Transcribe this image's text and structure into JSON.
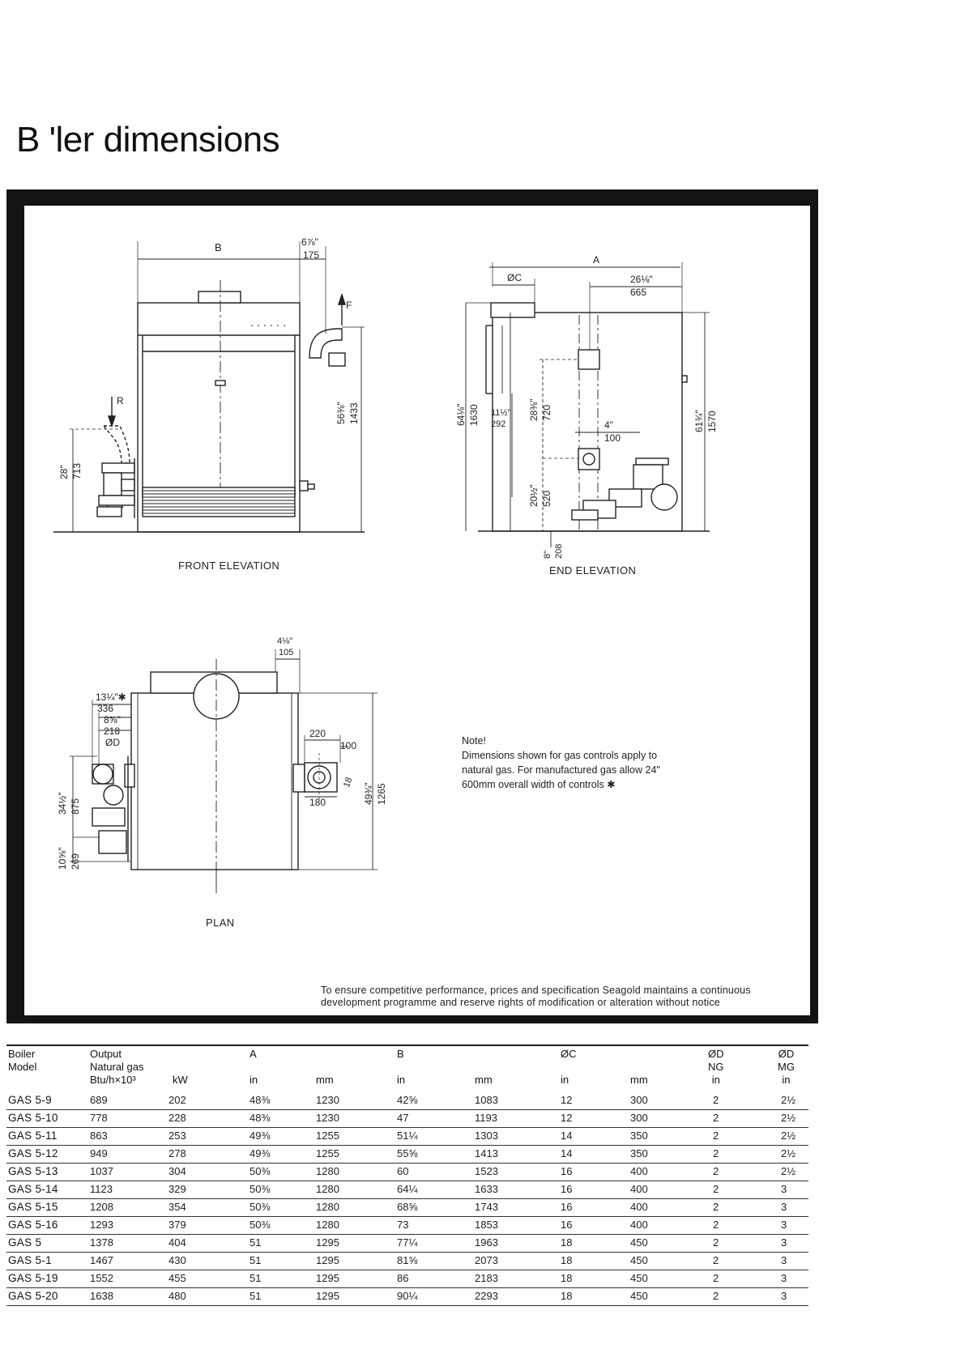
{
  "page_title": "B 'ler dimensions",
  "drawing": {
    "front_elevation_caption": "FRONT ELEVATION",
    "end_elevation_caption": "END ELEVATION",
    "plan_caption": "PLAN",
    "front_labels": {
      "b": "B",
      "dim_175_in": "6⅞\"",
      "dim_175_mm": "175",
      "f": "F",
      "r": "R",
      "height_in": "56⅜\"",
      "height_mm": "1433",
      "low_in": "28\"",
      "low_mm": "713"
    },
    "end_labels": {
      "a": "A",
      "oc": "ØC",
      "w_in": "26⅛\"",
      "w_mm": "665",
      "h1_in": "64⅛\"",
      "h1_mm": "1630",
      "off_in": "11½\"",
      "off_mm": "292",
      "h2_in": "28⅜\"",
      "h2_mm": "720",
      "gap_in": "4\"",
      "gap_mm": "100",
      "low_in": "20½\"",
      "low_mm": "520",
      "h3_in": "61¾\"",
      "h3_mm": "1570",
      "base_in": "8\"",
      "base_mm": "208"
    },
    "plan_labels": {
      "top_in": "4⅛\"",
      "top_mm": "105",
      "w1_in": "13¼\"✱",
      "w1_mm": "336",
      "w2_in": "8⅝\"",
      "w2_mm": "218",
      "od": "ØD",
      "d220": "220",
      "d100": "100",
      "d180": "180",
      "d18": "18",
      "depth_in": "49¾\"",
      "depth_mm": "1265",
      "side_in": "34½\"",
      "side_mm": "875",
      "low_in": "10⅝\"",
      "low_mm": "269"
    }
  },
  "note": {
    "title": "Note!",
    "lines": [
      "Dimensions shown for gas controls apply to",
      "natural gas. For manufactured gas allow 24\"",
      "600mm overall width of controls ✱"
    ]
  },
  "disclaimer": {
    "line1": "To ensure competitive performance, prices and specification Seagold maintains a continuous",
    "line2": "development programme and reserve rights of modification or alteration without notice"
  },
  "table": {
    "headers": {
      "model_1": "Boiler",
      "model_2": "Model",
      "output_1": "Output",
      "output_2": "Natural gas",
      "output_3": "Btu/h×10³",
      "kw": "kW",
      "a": "A",
      "a_in": "in",
      "a_mm": "mm",
      "b": "B",
      "b_in": "in",
      "b_mm": "mm",
      "c": "ØC",
      "c_in": "in",
      "c_mm": "mm",
      "dng_1": "ØD",
      "dng_2": "NG",
      "dng_3": "in",
      "dmg_1": "ØD",
      "dmg_2": "MG",
      "dmg_3": "in"
    },
    "rows": [
      {
        "model": "GAS 5-9",
        "btu": "689",
        "kw": "202",
        "a_in": "48⅜",
        "a_mm": "1230",
        "b_in": "42⅝",
        "b_mm": "1083",
        "c_in": "12",
        "c_mm": "300",
        "d_ng": "2",
        "d_mg": "2½"
      },
      {
        "model": "GAS 5-10",
        "btu": "778",
        "kw": "228",
        "a_in": "48⅜",
        "a_mm": "1230",
        "b_in": "47",
        "b_mm": "1193",
        "c_in": "12",
        "c_mm": "300",
        "d_ng": "2",
        "d_mg": "2½"
      },
      {
        "model": "GAS 5-11",
        "btu": "863",
        "kw": "253",
        "a_in": "49⅜",
        "a_mm": "1255",
        "b_in": "51¼",
        "b_mm": "1303",
        "c_in": "14",
        "c_mm": "350",
        "d_ng": "2",
        "d_mg": "2½"
      },
      {
        "model": "GAS 5-12",
        "btu": "949",
        "kw": "278",
        "a_in": "49⅜",
        "a_mm": "1255",
        "b_in": "55⅝",
        "b_mm": "1413",
        "c_in": "14",
        "c_mm": "350",
        "d_ng": "2",
        "d_mg": "2½"
      },
      {
        "model": "GAS 5-13",
        "btu": "1037",
        "kw": "304",
        "a_in": "50⅜",
        "a_mm": "1280",
        "b_in": "60",
        "b_mm": "1523",
        "c_in": "16",
        "c_mm": "400",
        "d_ng": "2",
        "d_mg": "2½"
      },
      {
        "model": "GAS 5-14",
        "btu": "1123",
        "kw": "329",
        "a_in": "50⅜",
        "a_mm": "1280",
        "b_in": "64¼",
        "b_mm": "1633",
        "c_in": "16",
        "c_mm": "400",
        "d_ng": "2",
        "d_mg": "3"
      },
      {
        "model": "GAS 5-15",
        "btu": "1208",
        "kw": "354",
        "a_in": "50⅜",
        "a_mm": "1280",
        "b_in": "68⅝",
        "b_mm": "1743",
        "c_in": "16",
        "c_mm": "400",
        "d_ng": "2",
        "d_mg": "3"
      },
      {
        "model": "GAS 5-16",
        "btu": "1293",
        "kw": "379",
        "a_in": "50⅜",
        "a_mm": "1280",
        "b_in": "73",
        "b_mm": "1853",
        "c_in": "16",
        "c_mm": "400",
        "d_ng": "2",
        "d_mg": "3"
      },
      {
        "model": "GAS 5",
        "btu": "1378",
        "kw": "404",
        "a_in": "51",
        "a_mm": "1295",
        "b_in": "77¼",
        "b_mm": "1963",
        "c_in": "18",
        "c_mm": "450",
        "d_ng": "2",
        "d_mg": "3"
      },
      {
        "model": "GAS 5-1",
        "btu": "1467",
        "kw": "430",
        "a_in": "51",
        "a_mm": "1295",
        "b_in": "81⅝",
        "b_mm": "2073",
        "c_in": "18",
        "c_mm": "450",
        "d_ng": "2",
        "d_mg": "3"
      },
      {
        "model": "GAS 5-19",
        "btu": "1552",
        "kw": "455",
        "a_in": "51",
        "a_mm": "1295",
        "b_in": "86",
        "b_mm": "2183",
        "c_in": "18",
        "c_mm": "450",
        "d_ng": "2",
        "d_mg": "3"
      },
      {
        "model": "GAS 5-20",
        "btu": "1638",
        "kw": "480",
        "a_in": "51",
        "a_mm": "1295",
        "b_in": "90¼",
        "b_mm": "2293",
        "c_in": "18",
        "c_mm": "450",
        "d_ng": "2",
        "d_mg": "3"
      }
    ]
  }
}
